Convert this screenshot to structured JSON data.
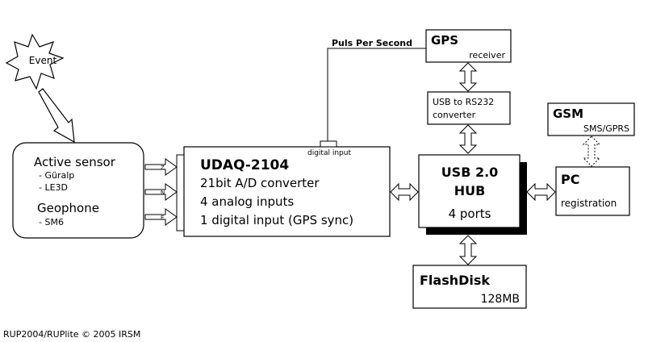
{
  "event": {
    "label": "Event"
  },
  "sensor": {
    "title": "Active sensor",
    "items": [
      "- Güralp",
      "- LE3D"
    ],
    "title2": "Geophone",
    "items2": [
      "- SM6"
    ]
  },
  "channels": [
    "Z",
    "N",
    "E"
  ],
  "udaq": {
    "title": "UDAQ-2104",
    "lines": [
      "21bit A/D converter",
      "4 analog inputs",
      "1 digital input (GPS sync)"
    ],
    "port_label": "digital input"
  },
  "pps": {
    "label": "Puls Per Second"
  },
  "gps": {
    "title": "GPS",
    "subtitle": "receiver"
  },
  "usb_rs232": {
    "line1": "USB to RS232",
    "line2": "converter"
  },
  "hub": {
    "line1": "USB 2.0",
    "line2": "HUB",
    "line3": "4 ports"
  },
  "gsm": {
    "title": "GSM",
    "subtitle": "SMS/GPRS"
  },
  "pc": {
    "title": "PC",
    "subtitle": "registration"
  },
  "flash": {
    "title": "FlashDisk",
    "subtitle": "128MB"
  },
  "footer": {
    "text": "RUP2004/RUPlite © 2005 IRSM"
  }
}
